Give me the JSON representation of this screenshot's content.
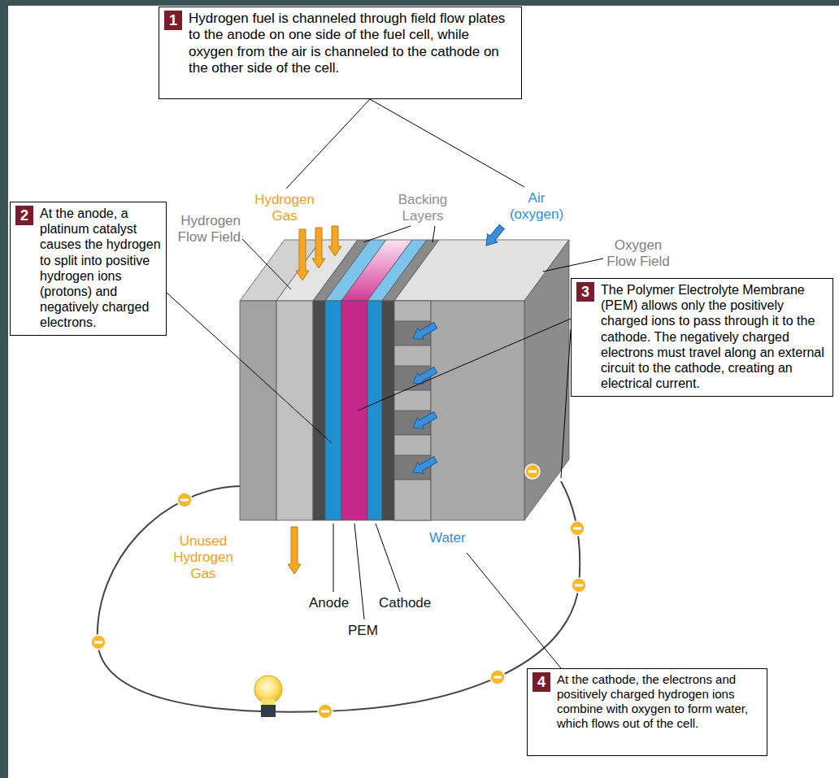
{
  "diagram": {
    "nodes": [
      {
        "text": [
          "1",
          "Hydrogen fuel is channeled through field flow plates to the anode on one side of the fuel cell, while oxygen from the air is channeled to the cathode on the other side of the cell."
        ]
      },
      {
        "text": [
          "2",
          "At the anode, a platinum catalyst causes the hydrogen to split into positive hydrogen ions (protons) and negatively charged electrons."
        ]
      },
      {
        "text": [
          "3",
          "The Polymer Electrolyte Membrane (PEM) allows only the positively charged ions to pass through it to the cathode. The negatively charged electrons must travel along an external circuit to the cathode, creating an electrical current."
        ]
      },
      {
        "text": [
          "4",
          "At the cathode, the electrons and positively charged hydrogen ions combine with oxygen to form water, which flows out of the cell."
        ]
      }
    ],
    "labels": [
      "Hydrogen Gas",
      "Backing Layers",
      "Air (oxygen)",
      "Hydrogen Flow Field",
      "Oxygen Flow Field",
      "Unused Hydrogen Gas",
      "Water",
      "Anode",
      "Cathode",
      "PEM"
    ]
  }
}
